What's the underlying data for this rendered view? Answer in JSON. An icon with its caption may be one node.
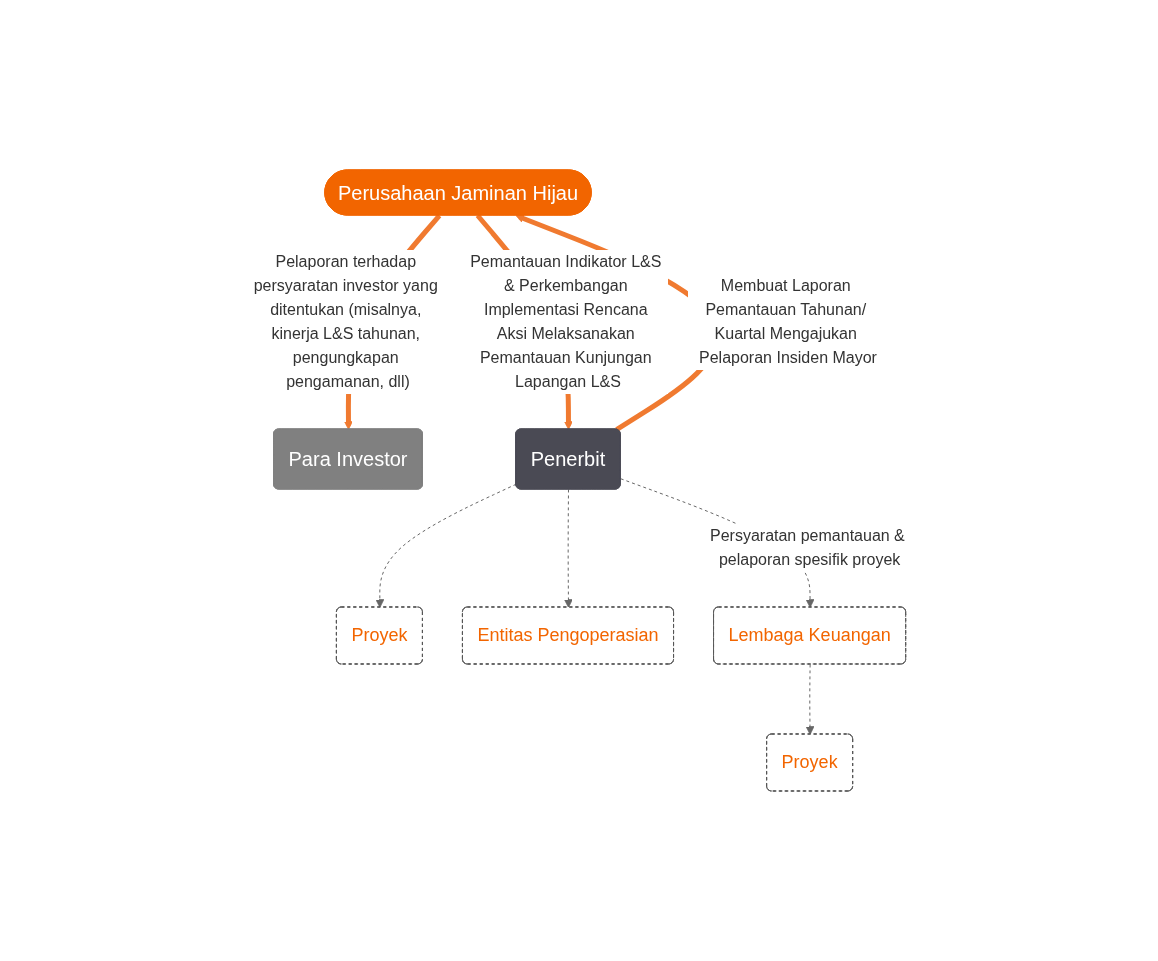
{
  "diagram": {
    "nodes": [
      {
        "text": [
          "Para Investor"
        ]
      },
      {
        "text": [
          "Perusahaan Jaminan Hijau"
        ]
      },
      {
        "text": [
          "Penerbit"
        ]
      },
      {
        "text": [
          "Proyek"
        ]
      },
      {
        "text": [
          "Entitas Pengoperasian"
        ]
      },
      {
        "text": [
          "Lembaga Keuangan"
        ]
      },
      {
        "text": [
          "Proyek"
        ]
      }
    ],
    "edges": [
      {
        "from": 1,
        "to": 0,
        "arrow": "to",
        "style": "thick",
        "color": "#f07a30",
        "label": "Pelaporan terhadap persyaratan investor yang ditentukan (misalnya, kinerja L&S tahunan, pengungkapan pengamanan, dll)"
      },
      {
        "from": 2,
        "to": 1,
        "arrow": "to",
        "style": "thick",
        "color": "#f07a30",
        "label": "Membuat Laporan Pemantauan Tahunan/ Kuartal Mengajukan Pelaporan Insiden Mayor"
      },
      {
        "from": 1,
        "to": 2,
        "arrow": "to",
        "style": "thick",
        "color": "#f07a30",
        "label": "Pemantauan Indikator L&S & Perkembangan Implementasi Rencana Aksi Melaksanakan Pemantauan Kunjungan Lapangan L&S"
      },
      {
        "from": 2,
        "to": 3,
        "arrow": "to",
        "style": "dashed"
      },
      {
        "from": 2,
        "to": 4,
        "arrow": "to",
        "style": "dashed"
      },
      {
        "from": 2,
        "to": 5,
        "arrow": "to",
        "style": "dashed",
        "label": "Persyaratan pemantauan & pelaporan spesifik proyek"
      },
      {
        "from": 5,
        "to": 6,
        "arrow": "to",
        "style": "dashed"
      }
    ]
  }
}
